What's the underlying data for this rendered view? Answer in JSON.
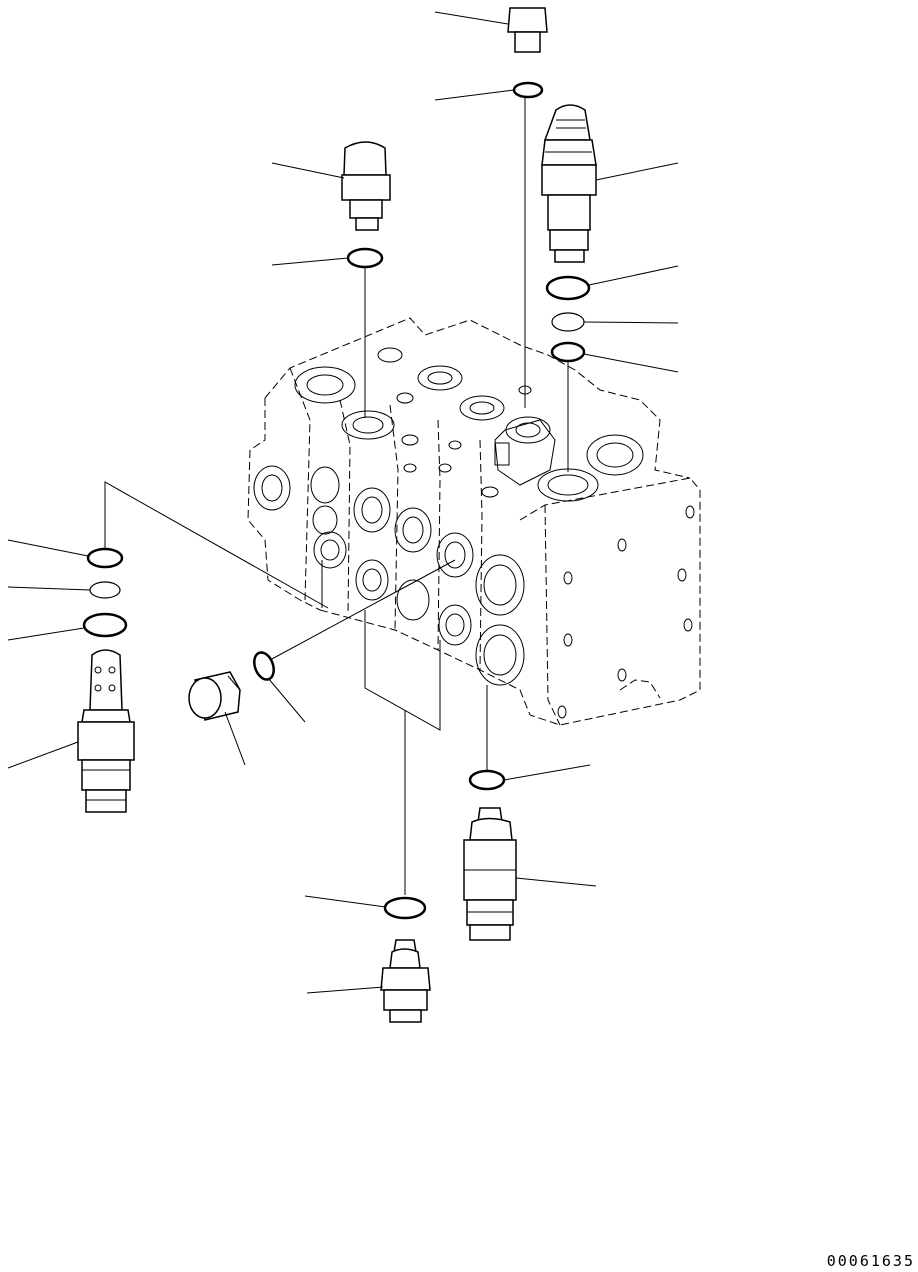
{
  "figure": {
    "code": "00061635"
  },
  "parts": [
    {
      "name": "plug",
      "icon": "plug-icon"
    },
    {
      "name": "o-ring",
      "icon": "o-ring-icon"
    },
    {
      "name": "relief-valve",
      "icon": "relief-valve-icon"
    },
    {
      "name": "backup-ring",
      "icon": "backup-ring-icon"
    },
    {
      "name": "control-valve-body",
      "icon": "valve-block-icon"
    },
    {
      "name": "suction-valve",
      "icon": "suction-valve-icon"
    }
  ],
  "colors": {
    "line": "#000000",
    "background": "#ffffff"
  }
}
